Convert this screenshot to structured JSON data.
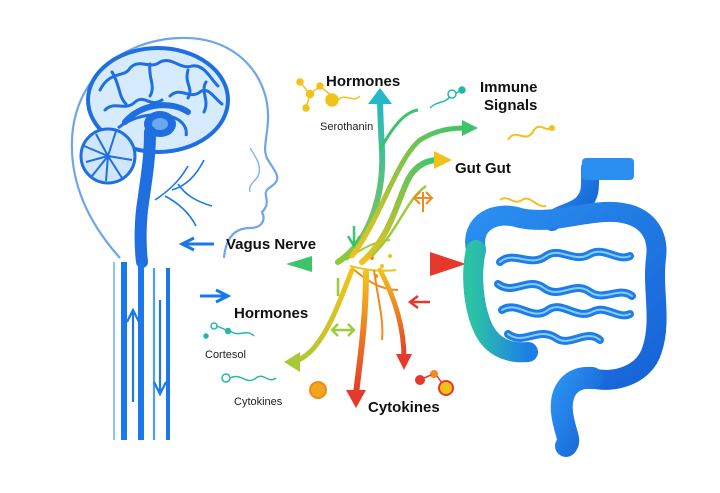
{
  "labels": {
    "hormones_top": "Hormones",
    "serotonin": "Serothanin",
    "immune_signals_line1": "Immune",
    "immune_signals_line2": "Signals",
    "gut_gut": "Gut Gut",
    "vagus_nerve": "Vagus Nerve",
    "hormones_left": "Hormones",
    "cortisol": "Cortesol",
    "cytokines_left": "Cytokines",
    "cytokines_bottom": "Cytokines"
  },
  "colors": {
    "brain_blue": "#1f6fe0",
    "light_blue": "#8fc8f7",
    "nerve_blue": "#1a78e8",
    "green": "#35b96a",
    "yellow": "#f2c21b",
    "orange": "#f08a1e",
    "red": "#e5392b",
    "gut_blue": "#1c7ee8",
    "gut_light": "#6fb8f6",
    "teal": "#22b9a6"
  }
}
